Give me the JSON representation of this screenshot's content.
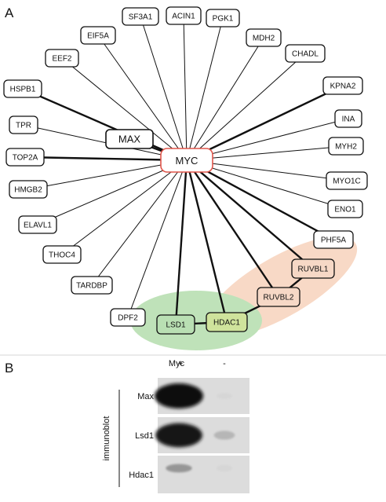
{
  "panel_a": {
    "letter": "A",
    "hub": "MYC",
    "nodes": [
      {
        "label": "MAX",
        "kind": "large",
        "edge": "thick"
      },
      {
        "label": "HSPB1",
        "kind": "plain",
        "edge": "thick"
      },
      {
        "label": "EEF2",
        "kind": "plain",
        "edge": "thin"
      },
      {
        "label": "EIF5A",
        "kind": "plain",
        "edge": "thin"
      },
      {
        "label": "SF3A1",
        "kind": "plain",
        "edge": "thin"
      },
      {
        "label": "ACIN1",
        "kind": "plain",
        "edge": "thin"
      },
      {
        "label": "PGK1",
        "kind": "plain",
        "edge": "thin"
      },
      {
        "label": "MDH2",
        "kind": "plain",
        "edge": "thin"
      },
      {
        "label": "CHADL",
        "kind": "plain",
        "edge": "thin"
      },
      {
        "label": "KPNA2",
        "kind": "plain",
        "edge": "thick"
      },
      {
        "label": "INA",
        "kind": "plain",
        "edge": "thin"
      },
      {
        "label": "MYH2",
        "kind": "plain",
        "edge": "thin"
      },
      {
        "label": "MYO1C",
        "kind": "plain",
        "edge": "thin"
      },
      {
        "label": "ENO1",
        "kind": "plain",
        "edge": "thin"
      },
      {
        "label": "PHF5A",
        "kind": "plain",
        "edge": "thick"
      },
      {
        "label": "RUVBL1",
        "kind": "orange",
        "edge": "thick"
      },
      {
        "label": "RUVBL2",
        "kind": "orange",
        "edge": "thick"
      },
      {
        "label": "HDAC1",
        "kind": "green-yellow",
        "edge": "thick"
      },
      {
        "label": "LSD1",
        "kind": "green",
        "edge": "thick"
      },
      {
        "label": "DPF2",
        "kind": "plain",
        "edge": "thin"
      },
      {
        "label": "TARDBP",
        "kind": "plain",
        "edge": "thin"
      },
      {
        "label": "THOC4",
        "kind": "plain",
        "edge": "thin"
      },
      {
        "label": "ELAVL1",
        "kind": "plain",
        "edge": "thin"
      },
      {
        "label": "HMGB2",
        "kind": "plain",
        "edge": "thin"
      },
      {
        "label": "TOP2A",
        "kind": "plain",
        "edge": "thick"
      },
      {
        "label": "TPR",
        "kind": "plain",
        "edge": "thin"
      }
    ],
    "extra_edges": [
      {
        "from": "RUVBL1",
        "to": "RUVBL2",
        "weight": "thick"
      },
      {
        "from": "RUVBL2",
        "to": "HDAC1",
        "weight": "thick"
      },
      {
        "from": "HDAC1",
        "to": "LSD1",
        "weight": "thick"
      }
    ],
    "colors": {
      "hub_border": "#e0554a",
      "orange_fill": "#f6d8c6",
      "orange_cluster": "#f8d9c6",
      "green_fill": "#b9dfb3",
      "green_cluster": "#bfe2b9",
      "hdac1_fill": "#cfe39c",
      "edge": "#111111"
    }
  },
  "panel_b": {
    "letter": "B",
    "condition_label": "Myc",
    "lanes": [
      "+",
      "-"
    ],
    "side_label": "immunoblot",
    "blots": [
      {
        "label": "Max",
        "signal": [
          1.0,
          0.05
        ]
      },
      {
        "label": "Lsd1",
        "signal": [
          0.95,
          0.2
        ]
      },
      {
        "label": "Hdac1",
        "signal": [
          0.35,
          0.05
        ]
      }
    ]
  }
}
